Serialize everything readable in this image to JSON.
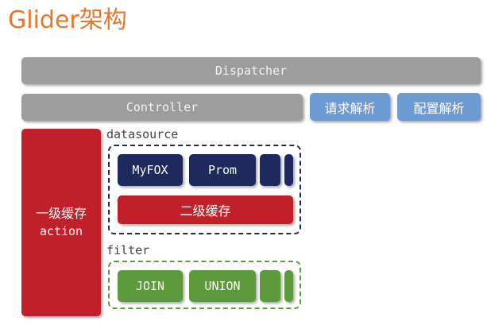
{
  "title": "Glider架构",
  "dispatcher": "Dispatcher",
  "controller": "Controller",
  "request_parse": "请求解析",
  "config_parse": "配置解析",
  "left_cache": {
    "line1": "一级缓存",
    "line2": "action"
  },
  "datasource": {
    "label": "datasource",
    "items": [
      "MyFOX",
      "Prom"
    ],
    "second_cache": "二级缓存"
  },
  "filter": {
    "label": "filter",
    "items": [
      "JOIN",
      "UNION"
    ]
  },
  "colors": {
    "title": "#e8772e",
    "gray": "#9d9d9d",
    "blue": "#6f9bd4",
    "red": "#c0202a",
    "navy": "#1e2a5e",
    "green": "#5d9a3b"
  }
}
